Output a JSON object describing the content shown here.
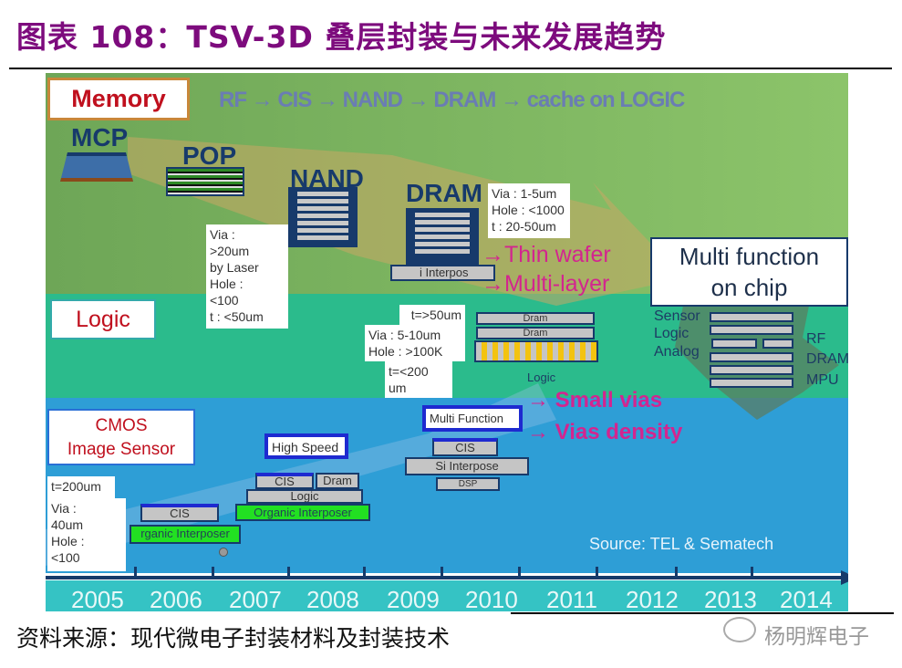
{
  "title": "图表 108：TSV-3D 叠层封装与未来发展趋势",
  "figure": {
    "roadmap": "RF → CIS → NAND → DRAM → cache on LOGIC",
    "memory": {
      "label": "Memory",
      "mcp": "MCP",
      "pop": "POP",
      "nand": "NAND",
      "dram": "DRAM",
      "interposer": "i Interpos",
      "via1": [
        "Via :",
        ">20um",
        "by Laser",
        "Hole :",
        "<100",
        "t : <50um"
      ],
      "via2": [
        "Via : 1-5um",
        "Hole : <1000",
        "t : 20-50um"
      ],
      "thin_wafer": "→Thin wafer",
      "multi_layer": "→Multi-layer"
    },
    "multi_chip": {
      "title_line1": "Multi function",
      "title_line2": "on chip",
      "left": [
        "Sensor",
        "Logic",
        "Analog"
      ],
      "right": [
        "RF",
        "DRAM",
        "MPU"
      ]
    },
    "logic": {
      "label": "Logic",
      "t1": "t=>50um",
      "via": "Via : 5-10um",
      "hole": "Hole : >100K",
      "t2": "t=<200",
      "t2b": "um",
      "dram1": "Dram",
      "dram2": "Dram",
      "logic_label": "Logic"
    },
    "cmos": {
      "label_line1": "CMOS",
      "label_line2": "Image Sensor",
      "t": "t=200um",
      "via": [
        "Via :",
        "40um",
        "Hole :",
        "<100"
      ],
      "cis": "CIS",
      "organic": "Organic Interposer",
      "organic_short": "rganic Interposer",
      "high_speed": "High Speed",
      "dram": "Dram",
      "logic": "Logic",
      "multi_function": "Multi Function",
      "si_interposer": "Si Interpose",
      "dsp": "DSP",
      "small_vias": "→ Small vias",
      "vias_density": "→ Vias density"
    },
    "source": "Source: TEL & Sematech",
    "years": [
      "2005",
      "2006",
      "2007",
      "2008",
      "2009",
      "2010",
      "2011",
      "2012",
      "2013",
      "2014"
    ]
  },
  "footer": {
    "source": "资料来源：现代微电子封装材料及封装技术",
    "watermark": "杨明辉电子"
  },
  "colors": {
    "title": "#7d0b7d",
    "memory_band": "#74ae5a",
    "logic_band": "#2bbb8c",
    "cmos_band": "#2e9ed6",
    "year_strip": "#35c3c4",
    "accent": "#d3258f"
  }
}
